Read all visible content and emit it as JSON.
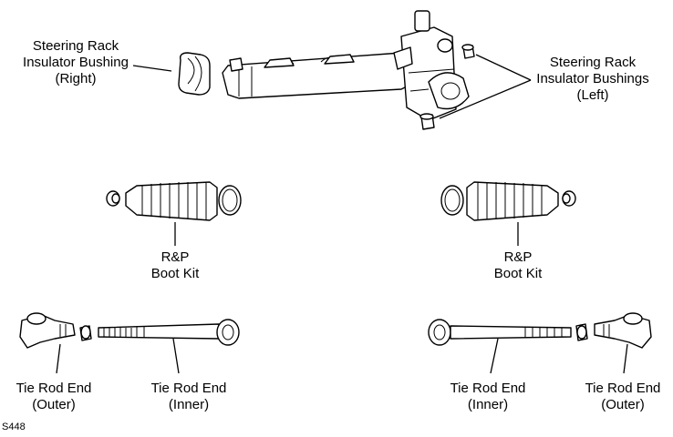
{
  "labels": {
    "rack_bushing_right": [
      "Steering Rack",
      "Insulator Bushing",
      "(Right)"
    ],
    "rack_bushings_left": [
      "Steering Rack",
      "Insulator Bushings",
      "(Left)"
    ],
    "boot_kit_left": [
      "R&P",
      "Boot Kit"
    ],
    "boot_kit_right": [
      "R&P",
      "Boot Kit"
    ],
    "tie_rod_outer_left": [
      "Tie Rod End",
      "(Outer)"
    ],
    "tie_rod_inner_left": [
      "Tie Rod End",
      "(Inner)"
    ],
    "tie_rod_inner_right": [
      "Tie Rod End",
      "(Inner)"
    ],
    "tie_rod_outer_right": [
      "Tie Rod End",
      "(Outer)"
    ]
  },
  "figure_code": "S448"
}
